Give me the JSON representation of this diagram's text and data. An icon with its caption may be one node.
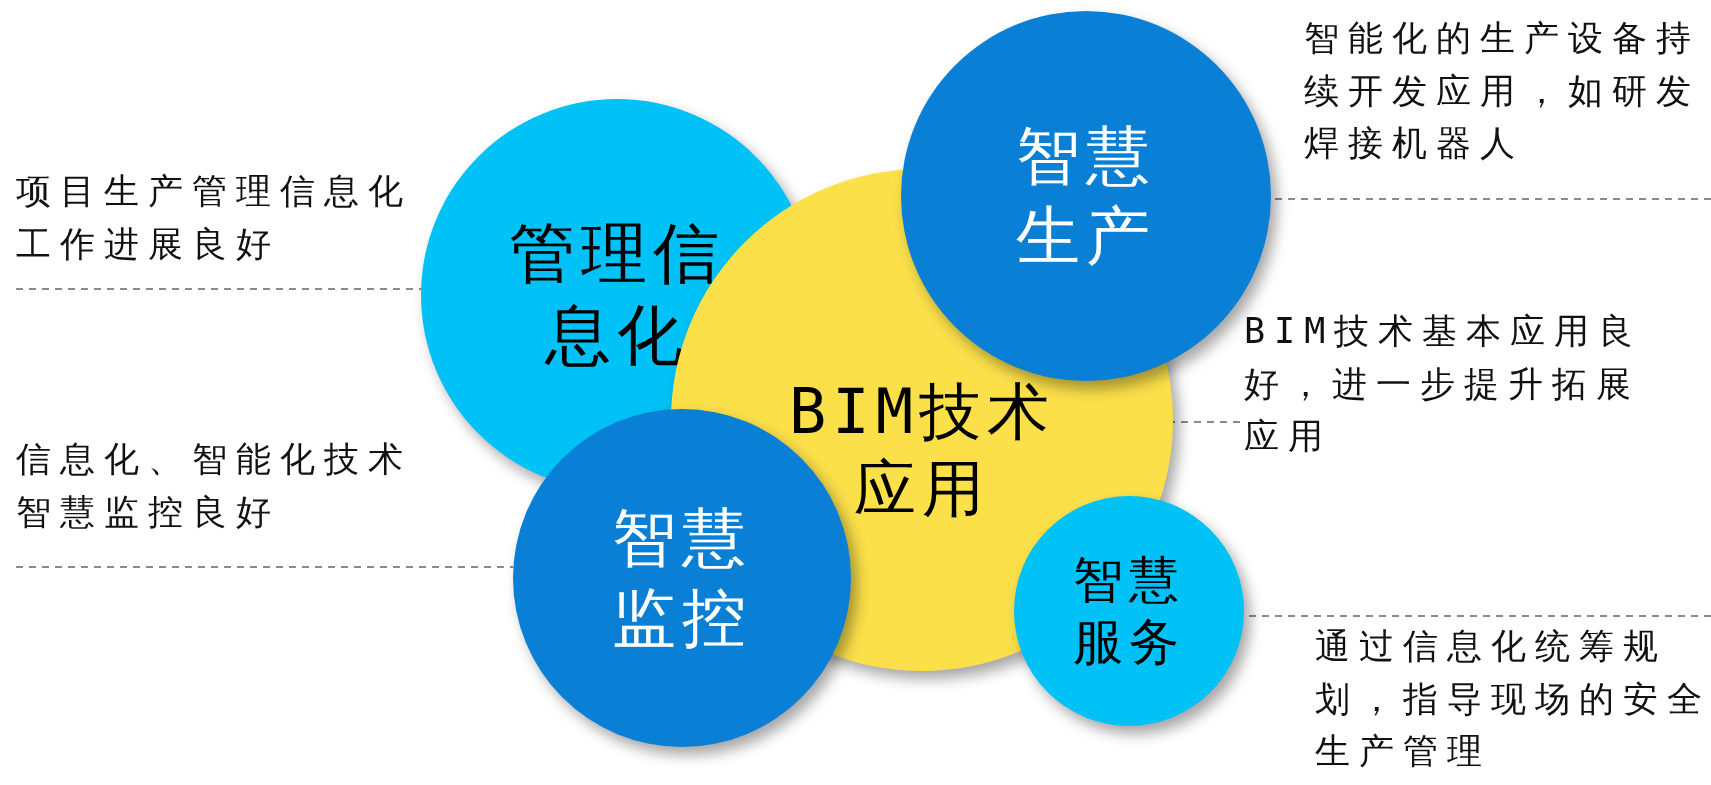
{
  "diagram": {
    "nodes": [
      {
        "text": [
          "BIM技术应用"
        ]
      },
      {
        "text": [
          "管理信息化"
        ]
      },
      {
        "text": [
          "智慧生产"
        ]
      },
      {
        "text": [
          "智慧监控"
        ]
      },
      {
        "text": [
          "智慧服务"
        ]
      },
      {
        "text": [
          "项目生产管理信息化工作进展良好"
        ]
      },
      {
        "text": [
          "智能化的生产设备持续开发应用，如研发焊接机器人"
        ]
      },
      {
        "text": [
          "BIM技术基本应用良好，进一步提升拓展应用"
        ]
      },
      {
        "text": [
          "信息化、智能化技术智慧监控良好"
        ]
      },
      {
        "text": [
          "通过信息化统筹规划，指导现场的安全生产管理"
        ]
      }
    ],
    "edges": [
      {
        "from": 5,
        "to": 1,
        "arrow": "none",
        "style": "dashed"
      },
      {
        "from": 6,
        "to": 2,
        "arrow": "none",
        "style": "dashed"
      },
      {
        "from": 7,
        "to": 0,
        "arrow": "none",
        "style": "dashed"
      },
      {
        "from": 8,
        "to": 3,
        "arrow": "none",
        "style": "dashed"
      },
      {
        "from": 9,
        "to": 4,
        "arrow": "none",
        "style": "dashed"
      }
    ]
  }
}
